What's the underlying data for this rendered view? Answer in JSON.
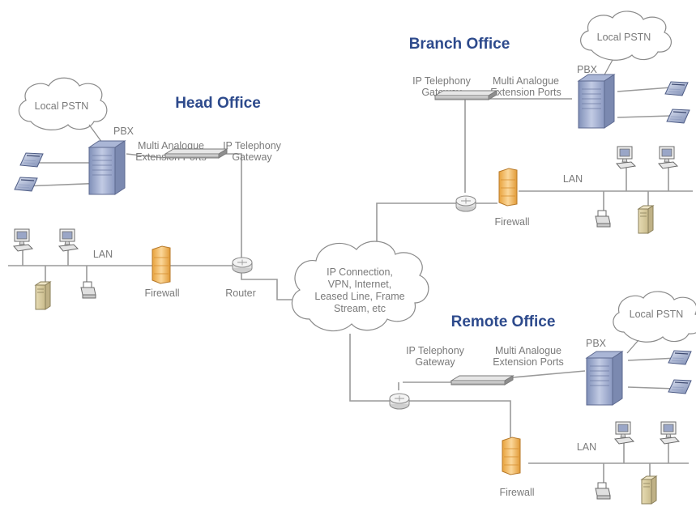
{
  "diagram": {
    "head_office": {
      "title": "Head Office",
      "cloud": "Local PSTN",
      "pbx": "PBX",
      "ports": [
        "Multi Analogue",
        "Extension Ports"
      ],
      "gateway": [
        "IP Telephony",
        "Gateway"
      ],
      "lan": "LAN",
      "firewall": "Firewall",
      "router": "Router"
    },
    "branch_office": {
      "title": "Branch Office",
      "cloud": "Local PSTN",
      "pbx": "PBX",
      "gateway": [
        "IP Telephony",
        "Gateway"
      ],
      "ports": [
        "Multi Analogue",
        "Extension Ports"
      ],
      "lan": "LAN",
      "firewall": "Firewall"
    },
    "remote_office": {
      "title": "Remote Office",
      "cloud": "Local PSTN",
      "pbx": "PBX",
      "gateway": [
        "IP Telephony",
        "Gateway"
      ],
      "ports": [
        "Multi Analogue",
        "Extension Ports"
      ],
      "lan": "LAN",
      "firewall": "Firewall"
    },
    "wan": [
      "IP Connection,",
      "VPN, Internet,",
      "Leased Line, Frame",
      "Stream, etc"
    ]
  }
}
